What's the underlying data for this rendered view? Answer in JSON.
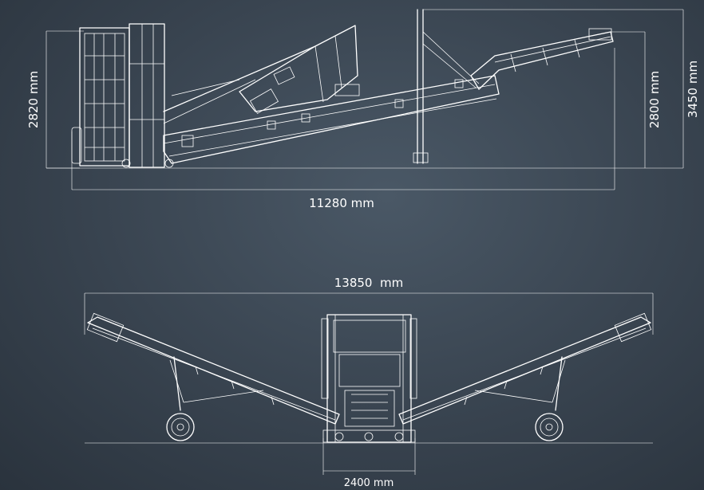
{
  "side_view": {
    "length_label": "11280 mm",
    "height_left_label": "2820 mm",
    "height_right_label": "2800 mm",
    "height_total_label": "3450 mm"
  },
  "front_view": {
    "width_label": "13850  mm",
    "base_label": "2400 mm"
  },
  "colors": {
    "background": "#3a4551",
    "lines": "#ffffff"
  }
}
